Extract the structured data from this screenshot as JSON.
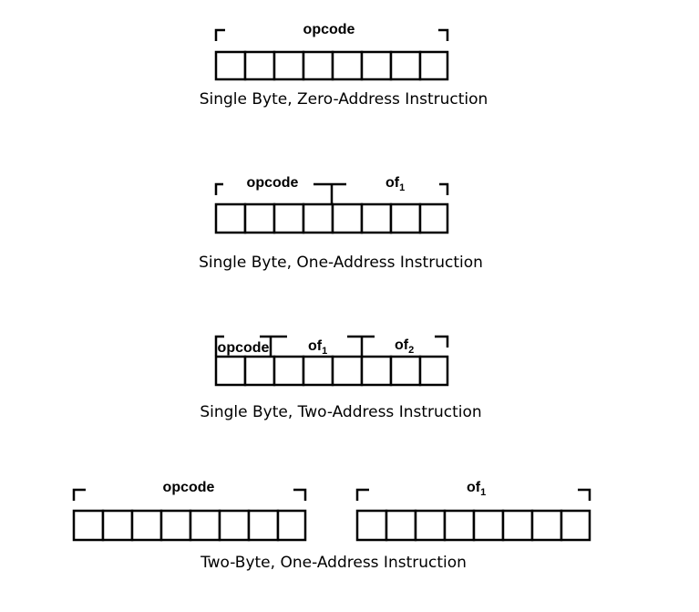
{
  "diagrams": [
    {
      "caption": "Single Byte, Zero-Address Instruction",
      "fields": [
        {
          "label": "opcode",
          "sub": ""
        }
      ]
    },
    {
      "caption": "Single Byte, One-Address Instruction",
      "fields": [
        {
          "label": "opcode",
          "sub": ""
        },
        {
          "label": "of",
          "sub": "1"
        }
      ]
    },
    {
      "caption": "Single Byte, Two-Address Instruction",
      "fields": [
        {
          "label": "opcode",
          "sub": ""
        },
        {
          "label": "of",
          "sub": "1"
        },
        {
          "label": "of",
          "sub": "2"
        }
      ]
    },
    {
      "caption": "Two-Byte, One-Address Instruction",
      "fields": [
        {
          "label": "opcode",
          "sub": ""
        },
        {
          "label": "of",
          "sub": "1"
        }
      ]
    }
  ]
}
